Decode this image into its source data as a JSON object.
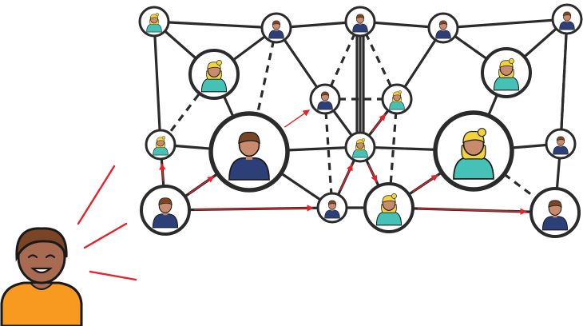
{
  "colors": {
    "line": "#2b2b2b",
    "arrow": "#e8222b",
    "node_fill": "#ffffff",
    "skin": "#c98b6d",
    "skin_dark": "#a86a50",
    "hair_brown": "#7a4524",
    "hair_blonde": "#f2d33a",
    "shirt_navy": "#2d3f78",
    "shirt_teal": "#45c2b5",
    "shirt_orange": "#f79a1f",
    "broadcast": "#e8222b"
  },
  "diagram": {
    "nodes": [
      {
        "id": "n01",
        "person": "woman-teal",
        "size": "small"
      },
      {
        "id": "n02",
        "person": "man-navy",
        "size": "small"
      },
      {
        "id": "n03",
        "person": "man-navy",
        "size": "small"
      },
      {
        "id": "n04",
        "person": "man-navy",
        "size": "small"
      },
      {
        "id": "n05",
        "person": "man-navy",
        "size": "small"
      },
      {
        "id": "n06",
        "person": "woman-teal",
        "size": "medium"
      },
      {
        "id": "n07",
        "person": "woman-teal",
        "size": "medium"
      },
      {
        "id": "n08",
        "person": "man-navy",
        "size": "small"
      },
      {
        "id": "n09",
        "person": "woman-teal",
        "size": "small"
      },
      {
        "id": "n10",
        "person": "woman-teal",
        "size": "small"
      },
      {
        "id": "n11",
        "person": "man-navy",
        "size": "hub"
      },
      {
        "id": "n12",
        "person": "woman-teal",
        "size": "small"
      },
      {
        "id": "n13",
        "person": "woman-teal",
        "size": "hub"
      },
      {
        "id": "n14",
        "person": "man-navy",
        "size": "small"
      },
      {
        "id": "n15",
        "person": "man-navy",
        "size": "medium"
      },
      {
        "id": "n16",
        "person": "man-navy",
        "size": "small"
      },
      {
        "id": "n17",
        "person": "woman-teal",
        "size": "medium"
      },
      {
        "id": "n18",
        "person": "man-navy",
        "size": "medium"
      }
    ],
    "solid_edges": [
      [
        "n01",
        "n02"
      ],
      [
        "n02",
        "n03"
      ],
      [
        "n03",
        "n04"
      ],
      [
        "n04",
        "n05"
      ],
      [
        "n01",
        "n06"
      ],
      [
        "n01",
        "n10"
      ],
      [
        "n06",
        "n02"
      ],
      [
        "n06",
        "n11"
      ],
      [
        "n02",
        "n08"
      ],
      [
        "n03",
        "n12"
      ],
      [
        "n04",
        "n09"
      ],
      [
        "n04",
        "n07"
      ],
      [
        "n05",
        "n07"
      ],
      [
        "n05",
        "n14"
      ],
      [
        "n09",
        "n12"
      ],
      [
        "n12",
        "n08"
      ],
      [
        "n10",
        "n11"
      ],
      [
        "n11",
        "n12"
      ],
      [
        "n11",
        "n16"
      ],
      [
        "n10",
        "n15"
      ],
      [
        "n12",
        "n13"
      ],
      [
        "n13",
        "n14"
      ],
      [
        "n07",
        "n13"
      ],
      [
        "n12",
        "n17"
      ],
      [
        "n12",
        "n16"
      ],
      [
        "n16",
        "n17"
      ],
      [
        "n14",
        "n18"
      ],
      [
        "n13",
        "n17"
      ],
      [
        "n11",
        "n15"
      ],
      [
        "n15",
        "n16"
      ],
      [
        "n17",
        "n18"
      ]
    ],
    "dashed_edges": [
      [
        "n06",
        "n10"
      ],
      [
        "n02",
        "n11"
      ],
      [
        "n03",
        "n09"
      ],
      [
        "n09",
        "n08"
      ],
      [
        "n03",
        "n08"
      ],
      [
        "n08",
        "n16"
      ],
      [
        "n04",
        "n07"
      ],
      [
        "n05",
        "n14"
      ],
      [
        "n09",
        "n17"
      ],
      [
        "n11",
        "n15"
      ],
      [
        "n13",
        "n18"
      ]
    ],
    "double_edge": [
      "n03",
      "n12"
    ],
    "arrows": [
      [
        "n15",
        "n10"
      ],
      [
        "n15",
        "n11"
      ],
      [
        "n15",
        "n16"
      ],
      [
        "n16",
        "n12"
      ],
      [
        "n11",
        "n08"
      ],
      [
        "n12",
        "n09"
      ],
      [
        "n12",
        "n17"
      ],
      [
        "n17",
        "n13"
      ],
      [
        "n17",
        "n18"
      ]
    ],
    "broadcaster": {
      "person": "man-orange"
    }
  }
}
